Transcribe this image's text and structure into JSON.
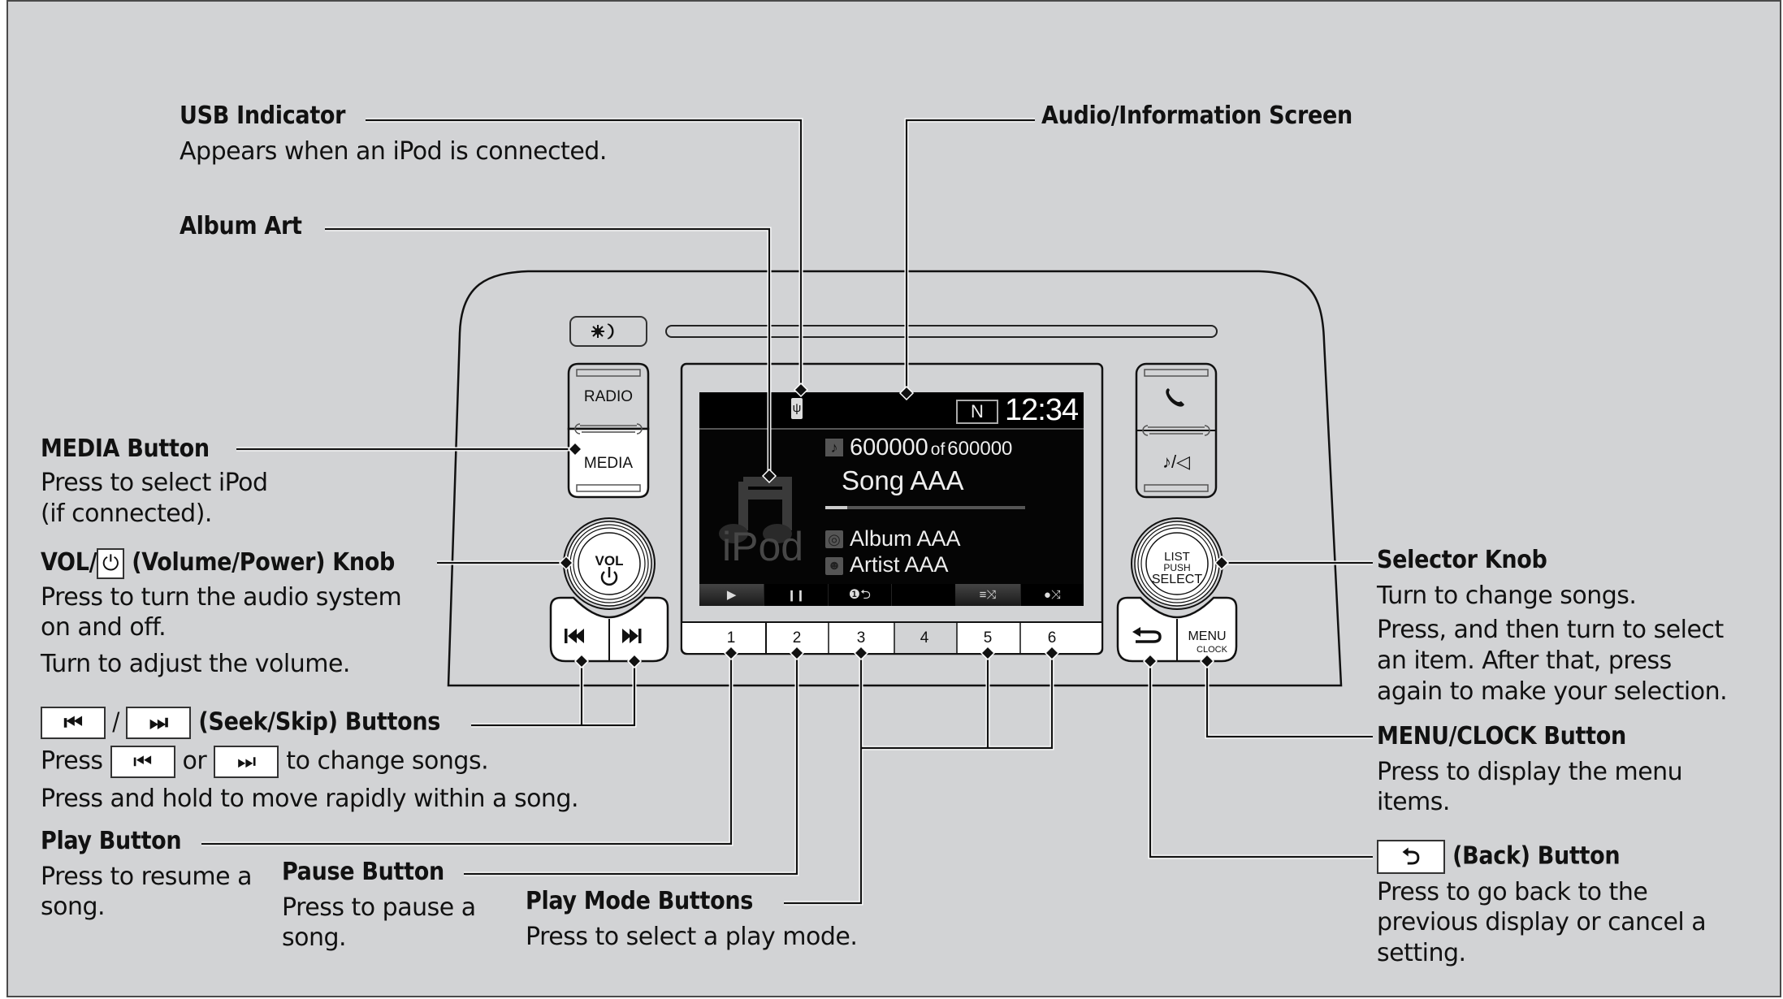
{
  "figure": {
    "subject": "Audio system controls - iPod",
    "device": {
      "brightness_button_icon": "day-night-icon",
      "radio_button_label": "RADIO",
      "media_button_label": "MEDIA",
      "vol_knob_label": "VOL",
      "vol_knob_icon": "power-icon",
      "seek_back_icon": "skip-back-icon",
      "seek_forward_icon": "skip-forward-icon",
      "phone_button_icon": "phone-icon",
      "audio_button_icon": "note-speaker-icon",
      "audio_button_text": "♪/🕨",
      "selector_knob_lines": [
        "LIST",
        "PUSH",
        "SELECT"
      ],
      "back_button_icon": "back-arrow-icon",
      "menu_button_label": "MENU",
      "menu_button_sublabel": "CLOCK",
      "preset_buttons": [
        "1",
        "2",
        "3",
        "4",
        "5",
        "6"
      ]
    },
    "screen": {
      "usb_icon": "usb-icon",
      "band_indicator": "N",
      "clock": "12:34",
      "track_number": "600000",
      "track_of": "of",
      "track_total": "600000",
      "song": "Song AAA",
      "progress": 0.11,
      "album": "Album AAA",
      "artist": "Artist AAA",
      "album_art_text": "iPod",
      "softkeys": [
        {
          "icon": "play-icon",
          "glyph": "▶"
        },
        {
          "icon": "pause-icon",
          "glyph": "❙❙"
        },
        {
          "icon": "repeat-one-icon",
          "glyph": "❶⮌"
        },
        {
          "icon": "empty-softkey",
          "glyph": ""
        },
        {
          "icon": "shuffle-album-icon",
          "glyph": "≡⤨"
        },
        {
          "icon": "shuffle-all-icon",
          "glyph": "●⤨"
        }
      ]
    },
    "callouts": {
      "usb": {
        "title": "USB Indicator",
        "desc": [
          "Appears when an iPod is connected."
        ]
      },
      "album_art": {
        "title": "Album Art",
        "desc": []
      },
      "screen": {
        "title": "Audio/Information Screen",
        "desc": []
      },
      "media": {
        "title": "MEDIA Button",
        "desc": [
          "Press to select iPod",
          "(if connected)."
        ]
      },
      "vol": {
        "title_pre": "VOL/",
        "title_post": " (Volume/Power) Knob",
        "desc": [
          "Press to turn the audio system",
          "on and off.",
          "Turn to adjust the volume."
        ]
      },
      "seek": {
        "title_sep": " / ",
        "title_post": " (Seek/Skip) Buttons",
        "desc1_pre": "Press ",
        "desc1_mid": " or ",
        "desc1_post": " to change songs.",
        "desc2": "Press and hold to move rapidly within a song."
      },
      "play": {
        "title": "Play Button",
        "desc": [
          "Press to resume a",
          "song."
        ]
      },
      "pause": {
        "title": "Pause Button",
        "desc": [
          "Press to pause a",
          "song."
        ]
      },
      "play_mode": {
        "title": "Play Mode Buttons",
        "desc": [
          "Press to select a play mode."
        ]
      },
      "selector": {
        "title": "Selector Knob",
        "desc": [
          "Turn to change songs.",
          "Press, and then turn to select",
          "an item. After that, press",
          "again to make your selection."
        ]
      },
      "menu": {
        "title": "MENU/CLOCK Button",
        "desc": [
          "Press to display the menu",
          "items."
        ]
      },
      "back": {
        "title_post": " (Back) Button",
        "desc": [
          "Press to go back to the",
          "previous display or cancel a",
          "setting."
        ]
      }
    }
  }
}
